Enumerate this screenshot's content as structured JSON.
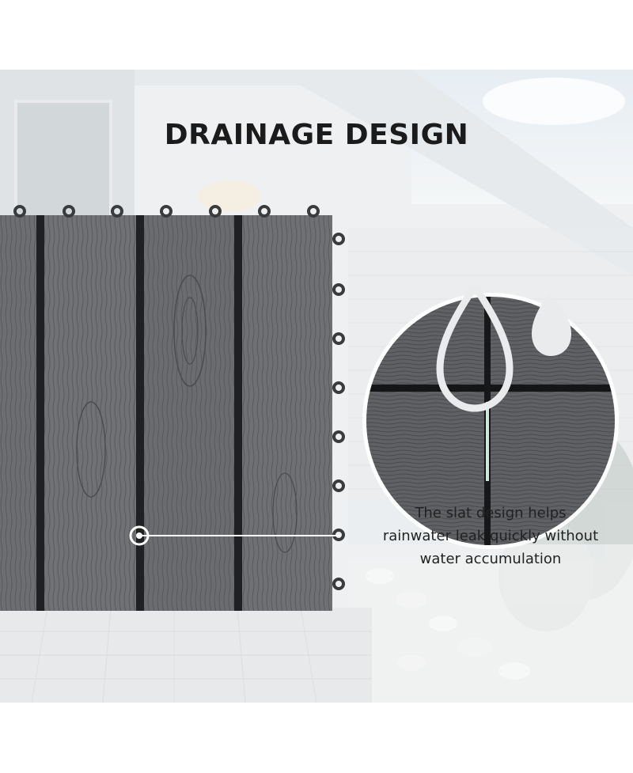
{
  "headline": "DRAINAGE DESIGN",
  "caption_lines": [
    "The slat design helps",
    "rainwater leak quickly without",
    "water accumulation"
  ],
  "icons": [
    "water-drop-icon",
    "water-drop-icon",
    "callout-marker-icon"
  ],
  "colors": {
    "tile": "#6c6e71",
    "tile_grain": "#4a4c4f",
    "heading": "#1b1b1b",
    "caption": "#222222"
  }
}
